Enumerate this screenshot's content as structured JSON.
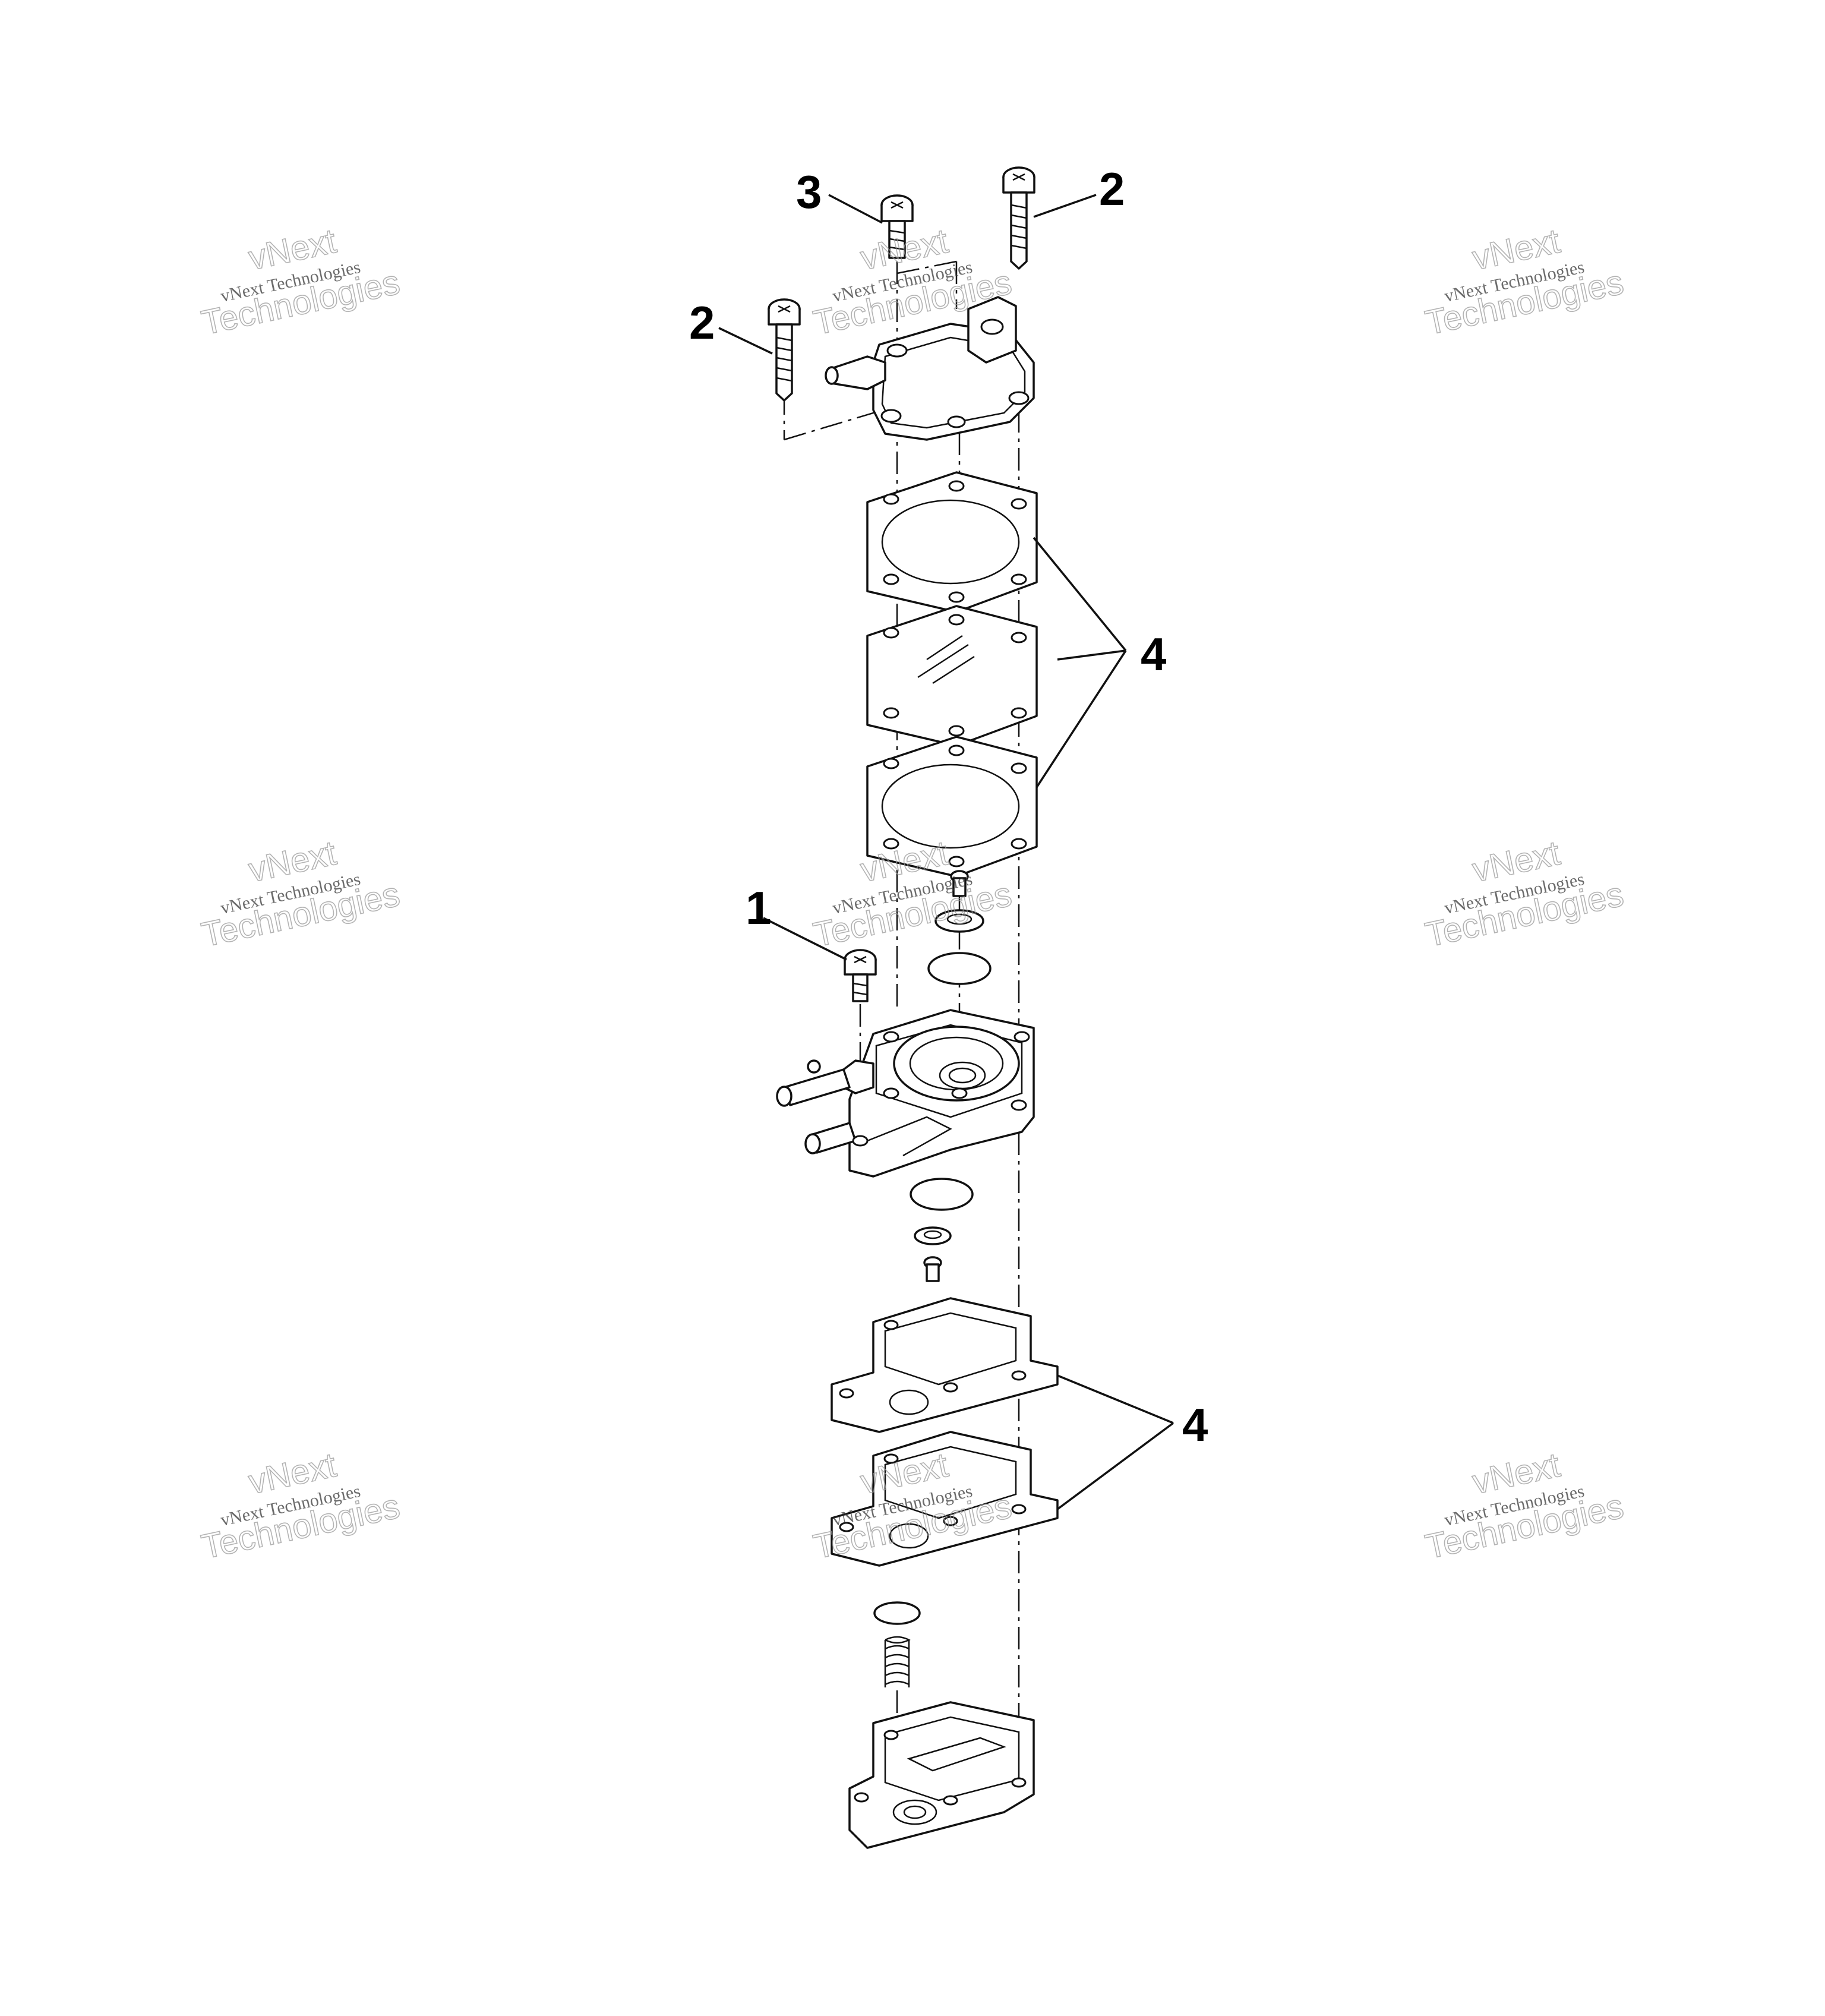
{
  "watermark": {
    "brand_line": "vNext",
    "line_full": "vNext Technologies",
    "line_big": "Technologies"
  },
  "callouts": {
    "c1": "1",
    "c2_left": "2",
    "c2_right": "2",
    "c3": "3",
    "c4_upper": "4",
    "c4_lower": "4"
  }
}
